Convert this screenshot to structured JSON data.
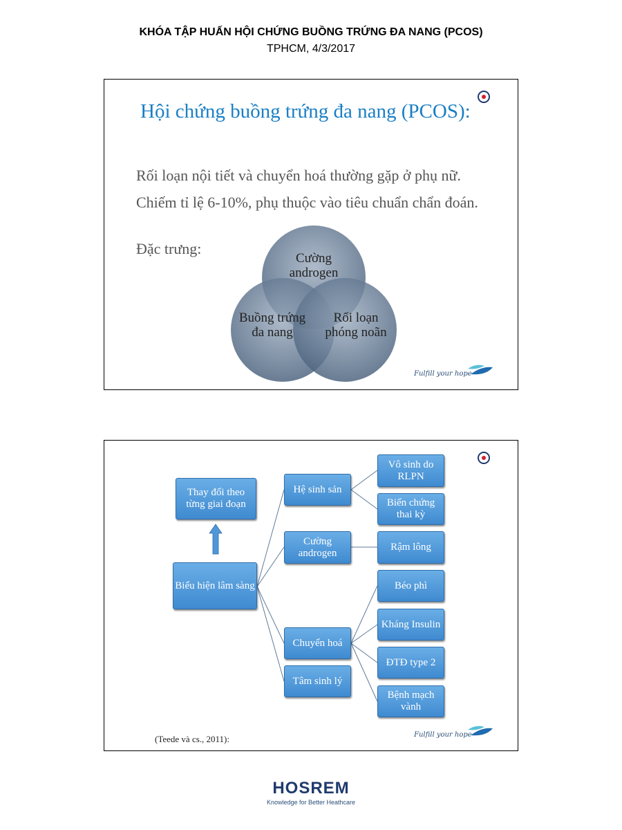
{
  "header": {
    "title": "KHÓA TẬP HUẤN HỘI CHỨNG BUỒNG TRỨNG ĐA NANG (PCOS)",
    "subtitle": "TPHCM, 4/3/2017"
  },
  "slide1": {
    "title": "Hội chứng buồng trứng đa nang (PCOS):",
    "bullets": [
      "Rối loạn nội tiết và chuyển hoá thường gặp ở phụ nữ.",
      "Chiếm tỉ lệ 6-10%, phụ thuộc vào tiêu chuẩn chẩn đoán.",
      "Đặc trưng:"
    ],
    "venn": [
      "Cường androgen",
      "Buồng trứng đa nang",
      "Rối loạn phóng noãn"
    ],
    "tagline": "Fulfill your hope"
  },
  "slide2": {
    "root": "Biểu hiện lâm sàng",
    "stage": "Thay đổi theo từng giai đoạn",
    "groups": [
      "Hệ sinh sản",
      "Cường androgen",
      "Chuyển hoá",
      "Tâm sinh lý"
    ],
    "leaves": [
      "Vô sinh do RLPN",
      "Biến chứng thai kỳ",
      "Rậm lông",
      "Béo phì",
      "Kháng Insulin",
      "ĐTĐ type 2",
      "Bệnh mạch vành"
    ],
    "citation": "(Teede và cs., 2011):",
    "tagline": "Fulfill your hope"
  },
  "footer": {
    "brand": "HOSREM",
    "slogan": "Knowledge for Better Heathcare"
  },
  "colors": {
    "title_blue": "#1a7fc4",
    "box_blue": "#4f97d9",
    "venn_gray": "#6f849c"
  }
}
